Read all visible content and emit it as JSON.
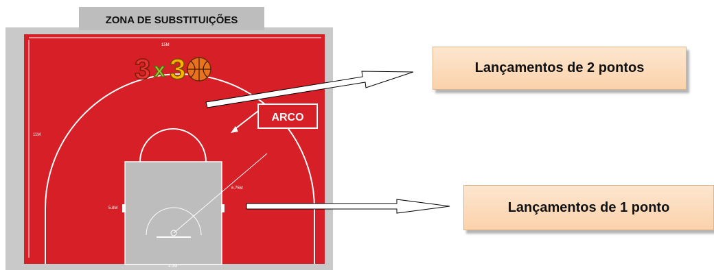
{
  "substitution_zone_label": "ZONA DE SUBSTITUIÇÕES",
  "logo": {
    "text": "3x3",
    "colors": [
      "#e6333a",
      "#f7b500",
      "#9ac32f",
      "#f28c1e"
    ],
    "ball_color": "#e8731e"
  },
  "arc_label": "ARCO",
  "callouts": {
    "two_points": "Lançamentos de 2 pontos",
    "one_point": "Lançamentos de 1 ponto"
  },
  "dimension_labels": {
    "top": "15M",
    "left": "11M",
    "arc_radius": "6.75M",
    "key_side": "5.8M",
    "bottom": "4.9M"
  },
  "colors": {
    "court_red": "#d61f26",
    "border_grey": "#c9c9c9",
    "key_grey": "#bdbdbd",
    "line_white": "#ffffff"
  }
}
